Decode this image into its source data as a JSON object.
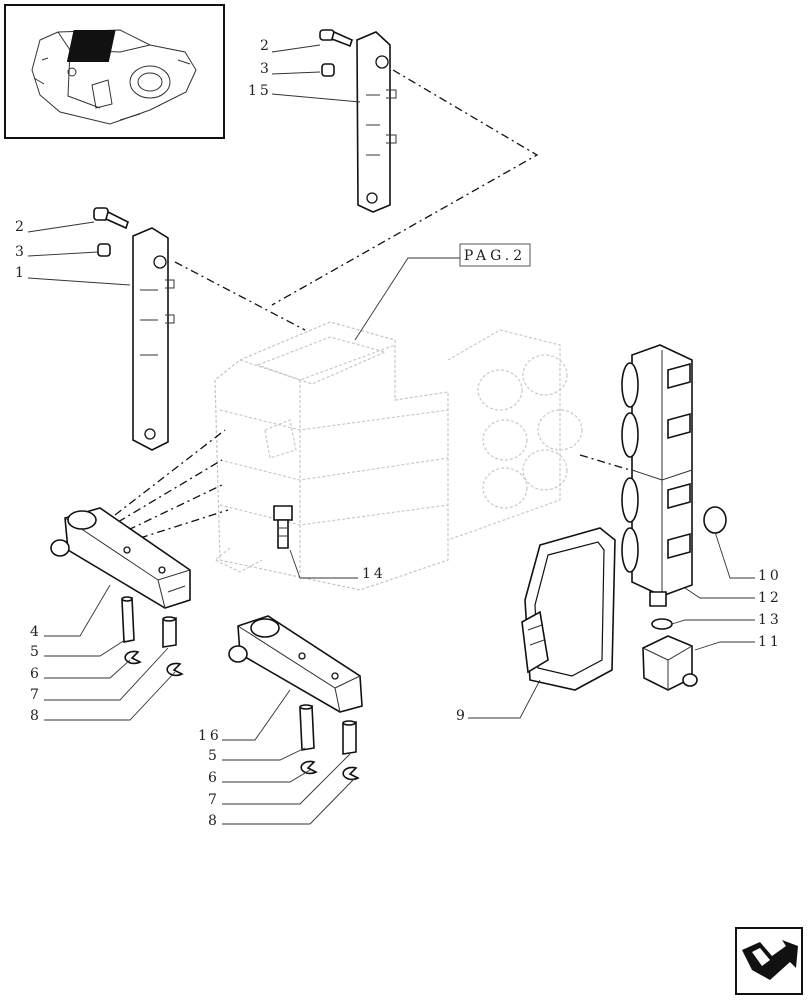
{
  "reference_label": "PAG.2",
  "callouts": {
    "c_2a": "2",
    "c_3a": "3",
    "c_15": "15",
    "c_2b": "2",
    "c_3b": "3",
    "c_1": "1",
    "c_4": "4",
    "c_5a": "5",
    "c_6a": "6",
    "c_7a": "7",
    "c_8a": "8",
    "c_14": "14",
    "c_16": "16",
    "c_5b": "5",
    "c_6b": "6",
    "c_7b": "7",
    "c_8b": "8",
    "c_9": "9",
    "c_10": "10",
    "c_12": "12",
    "c_13": "13",
    "c_11": "11"
  },
  "icons": {
    "thumbnail": "assembly-thumbnail",
    "navigation": "next-page-arrow-icon"
  }
}
